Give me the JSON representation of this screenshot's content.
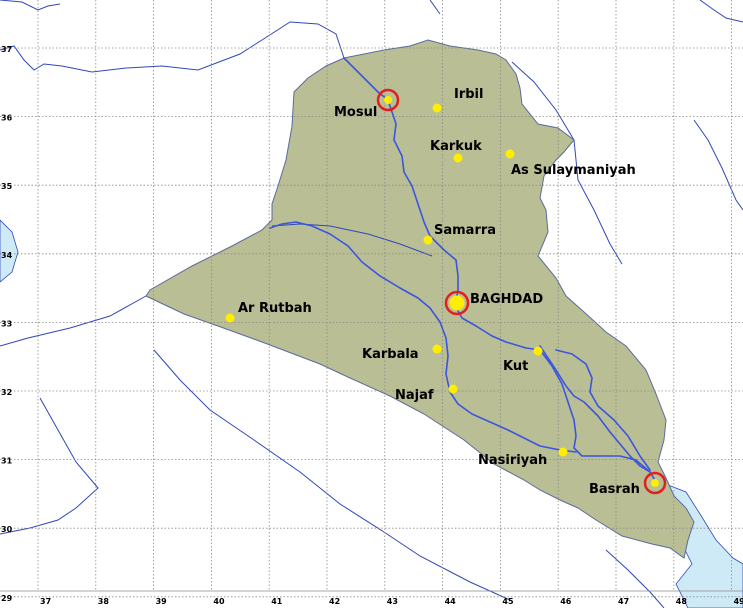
{
  "colors": {
    "land": "#B9BE94",
    "land_border": "#5B6B9C",
    "water": "#CFEAF7",
    "rivers": "#3B55E0",
    "admin_lines": "#3048B8",
    "city_dot": "#FFEE00",
    "major_ring": "#E02020",
    "grid": "#8A8A8A"
  },
  "grid": {
    "lon_labels": [
      "37",
      "38",
      "39",
      "40",
      "41",
      "42",
      "43",
      "44",
      "45",
      "46",
      "47",
      "48",
      "49"
    ],
    "lat_labels": [
      "37",
      "36",
      "35",
      "34",
      "33",
      "32",
      "31",
      "30",
      "29"
    ]
  },
  "cities": [
    {
      "name": "Mosul",
      "major": true
    },
    {
      "name": "Irbil",
      "major": false
    },
    {
      "name": "Karkuk",
      "major": false
    },
    {
      "name": "As Sulaymaniyah",
      "major": false
    },
    {
      "name": "Samarra",
      "major": false
    },
    {
      "name": "BAGHDAD",
      "major": true,
      "capital": true
    },
    {
      "name": "Ar Rutbah",
      "major": false
    },
    {
      "name": "Karbala",
      "major": false
    },
    {
      "name": "Kut",
      "major": false
    },
    {
      "name": "Najaf",
      "major": false
    },
    {
      "name": "Nasiriyah",
      "major": false
    },
    {
      "name": "Basrah",
      "major": true
    }
  ]
}
